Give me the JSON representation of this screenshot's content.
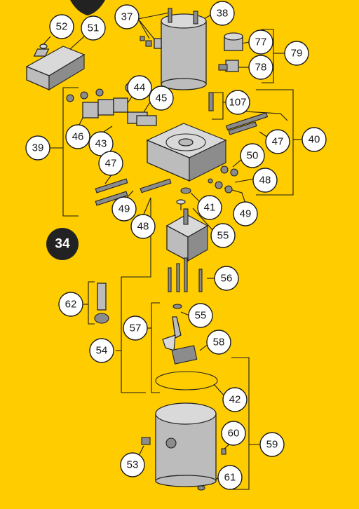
{
  "page_badge": "34",
  "callouts": [
    {
      "id": "c52",
      "label": "52"
    },
    {
      "id": "c51",
      "label": "51"
    },
    {
      "id": "c37",
      "label": "37"
    },
    {
      "id": "c38",
      "label": "38"
    },
    {
      "id": "c77",
      "label": "77"
    },
    {
      "id": "c78",
      "label": "78"
    },
    {
      "id": "c79",
      "label": "79"
    },
    {
      "id": "c44",
      "label": "44"
    },
    {
      "id": "c45",
      "label": "45"
    },
    {
      "id": "c107",
      "label": "107"
    },
    {
      "id": "c46",
      "label": "46"
    },
    {
      "id": "c43",
      "label": "43"
    },
    {
      "id": "c39",
      "label": "39"
    },
    {
      "id": "c47a",
      "label": "47"
    },
    {
      "id": "c40",
      "label": "40"
    },
    {
      "id": "c50",
      "label": "50"
    },
    {
      "id": "c47b",
      "label": "47"
    },
    {
      "id": "c48a",
      "label": "48"
    },
    {
      "id": "c41",
      "label": "41"
    },
    {
      "id": "c49a",
      "label": "49"
    },
    {
      "id": "c49b",
      "label": "49"
    },
    {
      "id": "c48b",
      "label": "48"
    },
    {
      "id": "c55a",
      "label": "55"
    },
    {
      "id": "c56",
      "label": "56"
    },
    {
      "id": "c62",
      "label": "62"
    },
    {
      "id": "c55b",
      "label": "55"
    },
    {
      "id": "c57",
      "label": "57"
    },
    {
      "id": "c58",
      "label": "58"
    },
    {
      "id": "c54",
      "label": "54"
    },
    {
      "id": "c42",
      "label": "42"
    },
    {
      "id": "c60",
      "label": "60"
    },
    {
      "id": "c59",
      "label": "59"
    },
    {
      "id": "c53",
      "label": "53"
    },
    {
      "id": "c61",
      "label": "61"
    }
  ],
  "colors": {
    "background": "#FFCC00",
    "ink": "#1a1a1a",
    "badge": "#222222"
  }
}
